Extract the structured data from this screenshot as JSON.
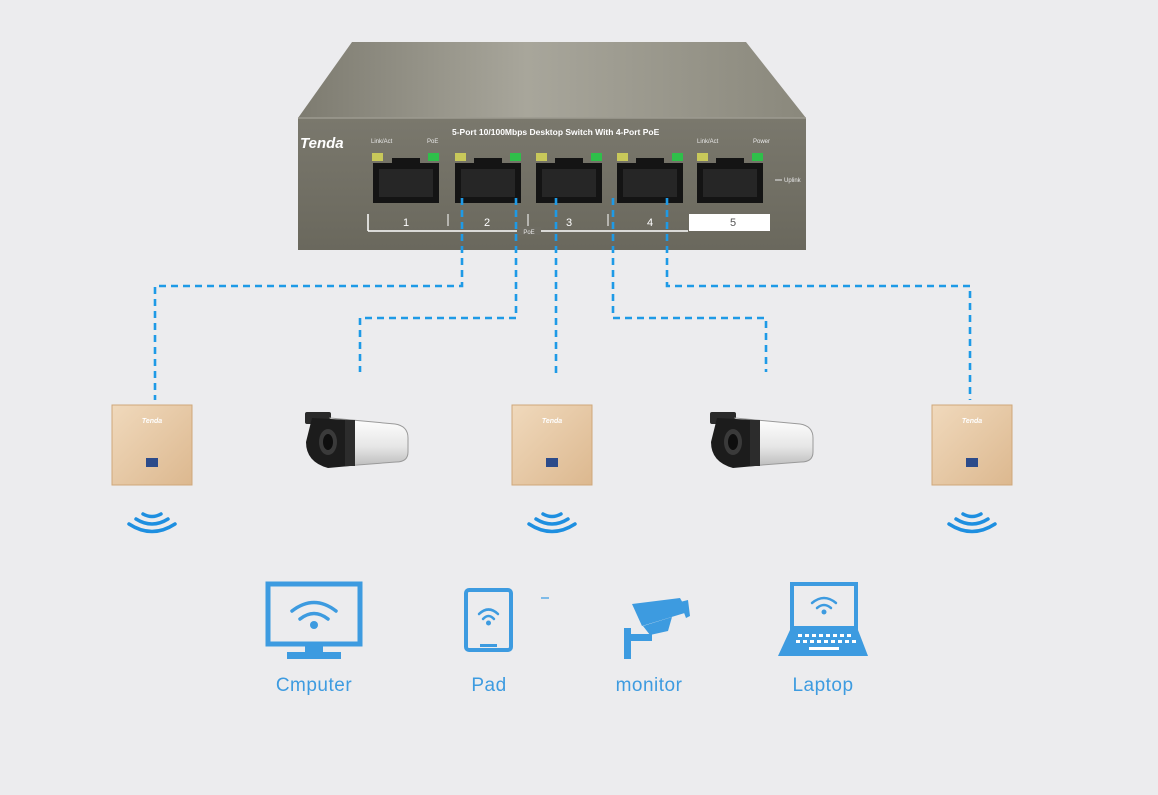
{
  "switch": {
    "brand": "Tenda",
    "model_text": "5-Port  10/100Mbps Desktop Switch With 4-Port PoE",
    "left_link_label": "Link/Act",
    "left_poe_label": "PoE",
    "right_link_label": "Link/Act",
    "power_label": "Power",
    "uplink_label": "Uplink",
    "poe_group_label": "PoE",
    "ports": [
      "1",
      "2",
      "3",
      "4",
      "5"
    ]
  },
  "access_points": [
    {
      "brand": "Tenda"
    },
    {
      "brand": "Tenda"
    },
    {
      "brand": "Tenda"
    }
  ],
  "devices": [
    {
      "label": "Cmputer",
      "icon": "computer-monitor-icon"
    },
    {
      "label": "Pad",
      "icon": "tablet-icon"
    },
    {
      "label": "monitor",
      "icon": "security-camera-icon"
    },
    {
      "label": "Laptop",
      "icon": "laptop-icon"
    }
  ],
  "colors": {
    "background": "#ececee",
    "accent_blue": "#3d9be0",
    "switch_body": "#77756a",
    "ap_gold": "#e6c9a6",
    "led_yellow": "#c8c85a",
    "led_green": "#2fbf4a"
  }
}
